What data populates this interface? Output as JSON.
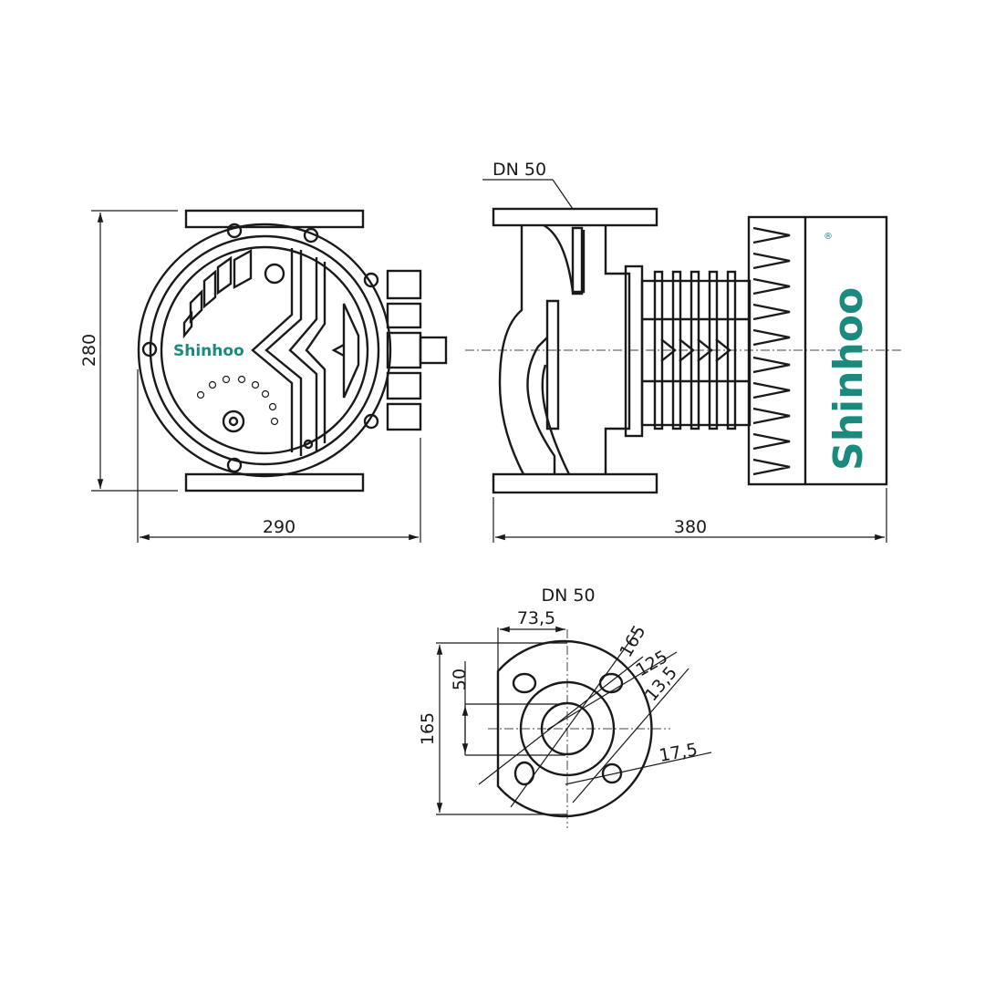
{
  "brand": {
    "name": "Shinhoo",
    "registered_mark": "®",
    "color": "#1a8a7e",
    "dot_color": "#e8502a"
  },
  "dimensions": {
    "front_height": "280",
    "front_width": "290",
    "side_length": "380",
    "side_pipe": "DN 50",
    "flange_title": "DN 50",
    "flange_offset": "73,5",
    "flange_height": "165",
    "flange_half_bore": "50",
    "flange_outer_diameter": "165",
    "flange_bolt_circle": "125",
    "flange_hole_diameter": "13,5",
    "flange_hole_slot": "17,5"
  }
}
